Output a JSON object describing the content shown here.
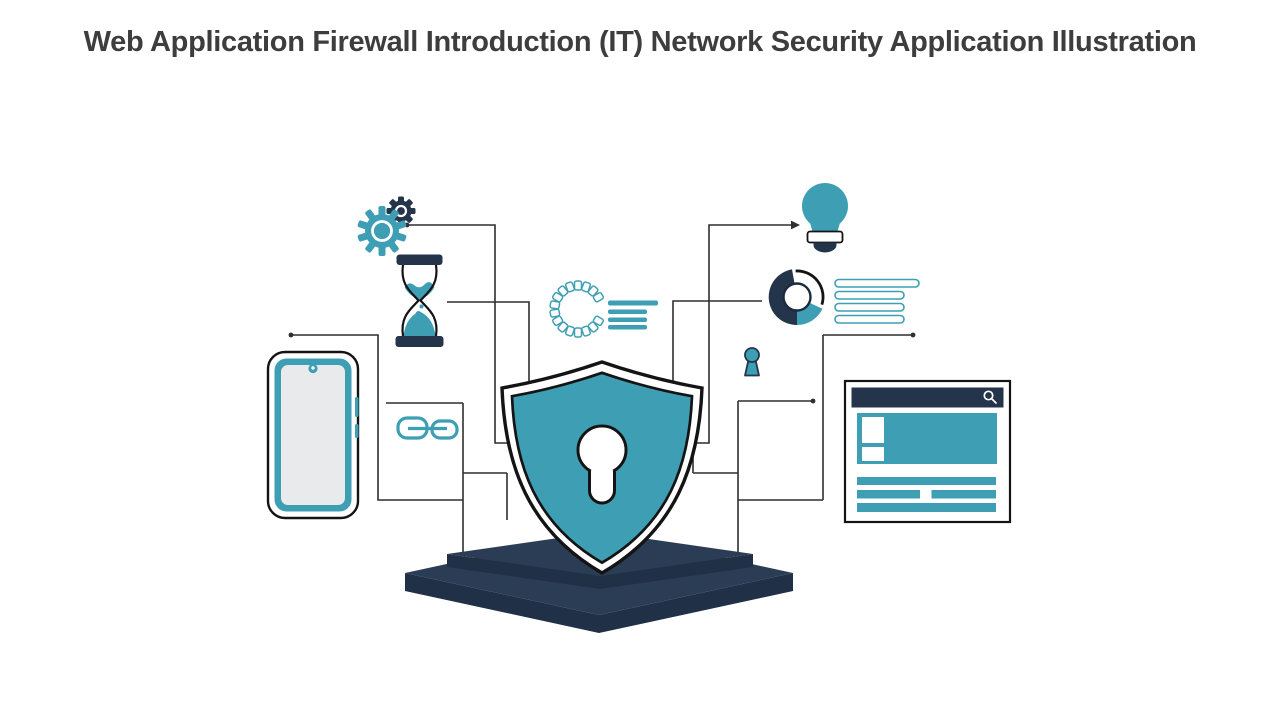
{
  "title": "Web Application Firewall Introduction (IT) Network Security Application Illustration",
  "colors": {
    "title": "#3D3D3D",
    "background": "#FFFFFF",
    "teal": "#3E9FB4",
    "navy": "#24344B",
    "line": "#2F2F2F",
    "screen": "#E9EAEC",
    "pedestal-top": "#2B3D54",
    "pedestal-side": "#203047"
  },
  "illustration": {
    "description": "Central security shield with keyhole on a dark pedestal, connected by circuit lines to surrounding icons",
    "icons": [
      "gears-icon",
      "hourglass-icon",
      "loading-spinner-icon",
      "progress-lines-icon",
      "lightbulb-icon",
      "donut-chart-icon",
      "list-pills-icon",
      "keyhole-icon",
      "smartphone-icon",
      "chain-link-icon",
      "shield-keyhole-icon",
      "pedestal-platform",
      "browser-window-icon",
      "search-icon"
    ]
  }
}
